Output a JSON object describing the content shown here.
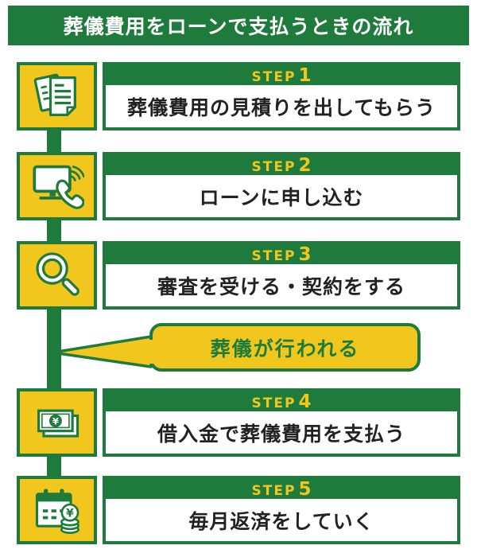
{
  "colors": {
    "green": "#1e7b3c",
    "yellow": "#f2c71d",
    "ink": "#222222",
    "white": "#ffffff"
  },
  "header": {
    "title": "葬儀費用をローンで支払うときの流れ"
  },
  "steps": [
    {
      "label": "STEP",
      "number": "1",
      "text": "葬儀費用の見積りを出してもらう",
      "icon": "documents-icon"
    },
    {
      "label": "STEP",
      "number": "2",
      "text": "ローンに申し込む",
      "icon": "monitor-phone-icon"
    },
    {
      "label": "STEP",
      "number": "3",
      "text": "審査を受ける・契約をする",
      "icon": "magnifier-icon"
    },
    {
      "label": "STEP",
      "number": "4",
      "text": "借入金で葬儀費用を支払う",
      "icon": "banknotes-icon"
    },
    {
      "label": "STEP",
      "number": "5",
      "text": "毎月返済をしていく",
      "icon": "calendar-coins-icon"
    }
  ],
  "bubble": {
    "text": "葬儀が行われる"
  },
  "icons": {
    "yen_symbol": "¥"
  }
}
